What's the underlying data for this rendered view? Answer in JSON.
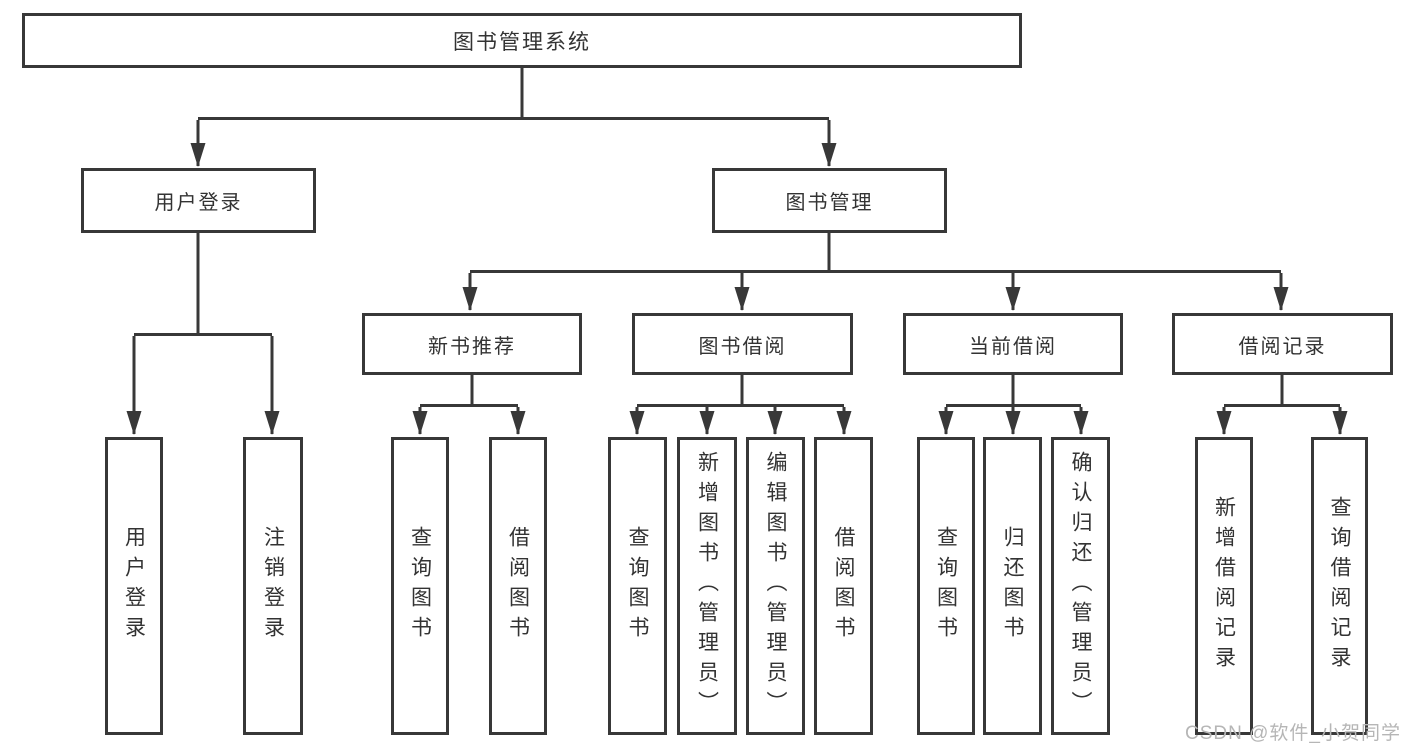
{
  "tree": {
    "root": {
      "label": "图书管理系统"
    },
    "branches": [
      {
        "label": "用户登录",
        "children": [
          {
            "label": "用户登录"
          },
          {
            "label": "注销登录"
          }
        ]
      },
      {
        "label": "图书管理",
        "sections": [
          {
            "label": "新书推荐",
            "children": [
              {
                "label": "查询图书"
              },
              {
                "label": "借阅图书"
              }
            ]
          },
          {
            "label": "图书借阅",
            "children": [
              {
                "label": "查询图书"
              },
              {
                "label": "新增图书（管理员）"
              },
              {
                "label": "编辑图书（管理员）"
              },
              {
                "label": "借阅图书"
              }
            ]
          },
          {
            "label": "当前借阅",
            "children": [
              {
                "label": "查询图书"
              },
              {
                "label": "归还图书"
              },
              {
                "label": "确认归还（管理员）"
              }
            ]
          },
          {
            "label": "借阅记录",
            "children": [
              {
                "label": "新增借阅记录"
              },
              {
                "label": "查询借阅记录"
              }
            ]
          }
        ]
      }
    ]
  },
  "watermark": {
    "label": "CSDN @软件_小贺同学"
  },
  "colors": {
    "line": "#383838",
    "text": "#333333",
    "watermark": "#b6b6b6",
    "background": "#ffffff"
  }
}
